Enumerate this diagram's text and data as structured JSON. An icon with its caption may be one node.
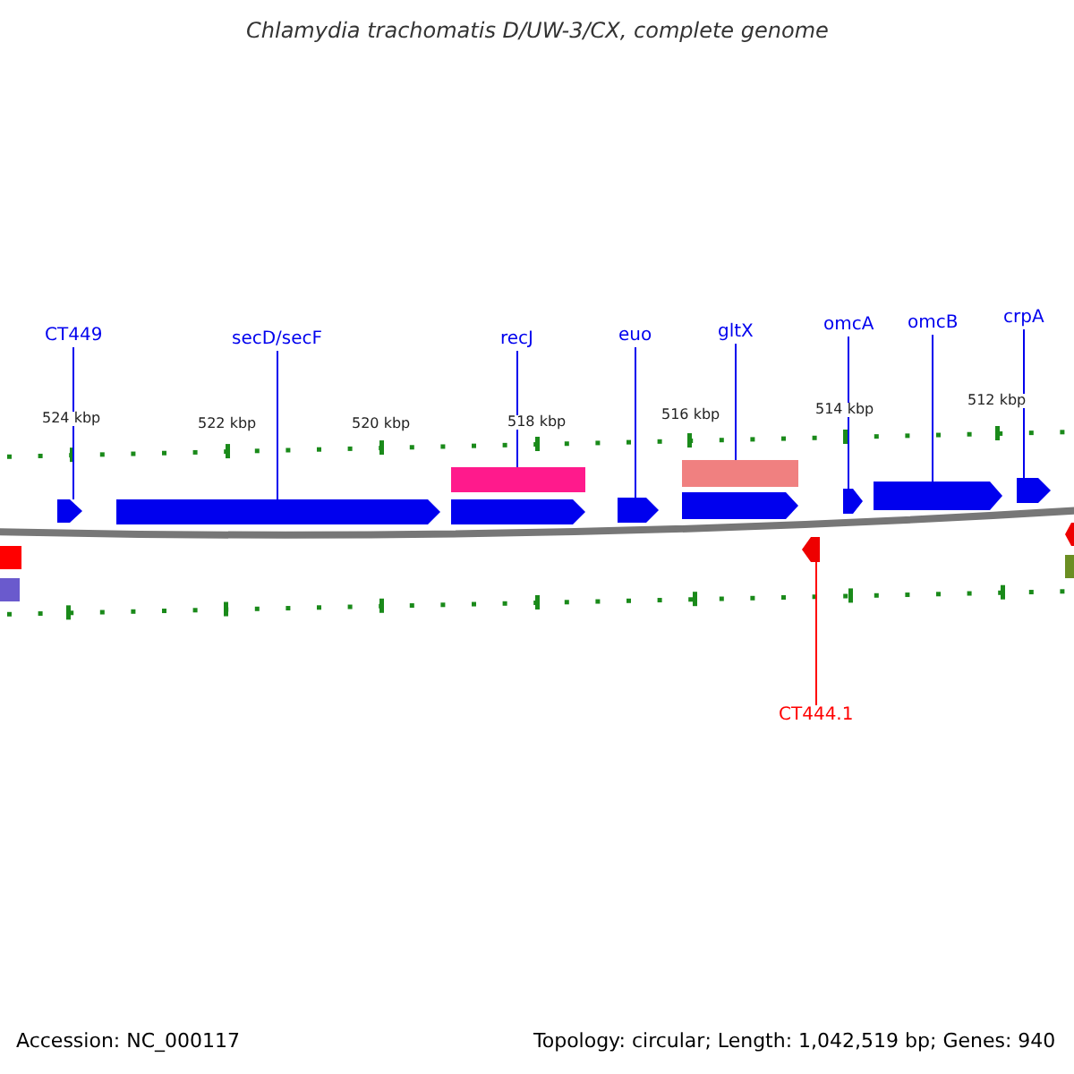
{
  "diagram": {
    "title": "Chlamydia trachomatis D/UW-3/CX, complete genome",
    "nodes": [
      {
        "text": [
          "CT449"
        ]
      },
      {
        "text": [
          "secD/secF"
        ]
      },
      {
        "text": [
          "recJ"
        ]
      },
      {
        "text": [
          "euo"
        ]
      },
      {
        "text": [
          "gltX"
        ]
      },
      {
        "text": [
          "omcA"
        ]
      },
      {
        "text": [
          "omcB"
        ]
      },
      {
        "text": [
          "crpA"
        ]
      },
      {
        "text": [],
        "shape": "box"
      },
      {
        "text": [],
        "shape": "box"
      },
      {
        "text": [],
        "shape": "bar"
      },
      {
        "text": [],
        "shape": "box"
      },
      {
        "text": [],
        "shape": "bar"
      },
      {
        "text": [],
        "shape": "box"
      },
      {
        "text": [],
        "shape": "box"
      },
      {
        "text": [],
        "shape": "box"
      },
      {
        "text": [],
        "shape": "box"
      },
      {
        "text": [
          "CT444.1"
        ]
      }
    ],
    "edges": [
      {
        "from": 0,
        "to": 8,
        "arrow": "none"
      },
      {
        "from": 1,
        "to": 9,
        "arrow": "none"
      },
      {
        "from": 2,
        "to": 10,
        "arrow": "none"
      },
      {
        "from": 3,
        "to": 11,
        "arrow": "none"
      },
      {
        "from": 4,
        "to": 12,
        "arrow": "none"
      },
      {
        "from": 5,
        "to": 13,
        "arrow": "none"
      },
      {
        "from": 6,
        "to": 14,
        "arrow": "none"
      },
      {
        "from": 7,
        "to": 15,
        "arrow": "none"
      },
      {
        "from": 17,
        "to": 16,
        "arrow": "none",
        "color": "#ff0000"
      }
    ],
    "labels": [
      "524 kbp",
      "522 kbp",
      "520 kbp",
      "518 kbp",
      "516 kbp",
      "514 kbp",
      "512 kbp",
      "Accession: NC_000117",
      "Topology: circular; Length: 1,042,519 bp; Genes: 940"
    ]
  }
}
